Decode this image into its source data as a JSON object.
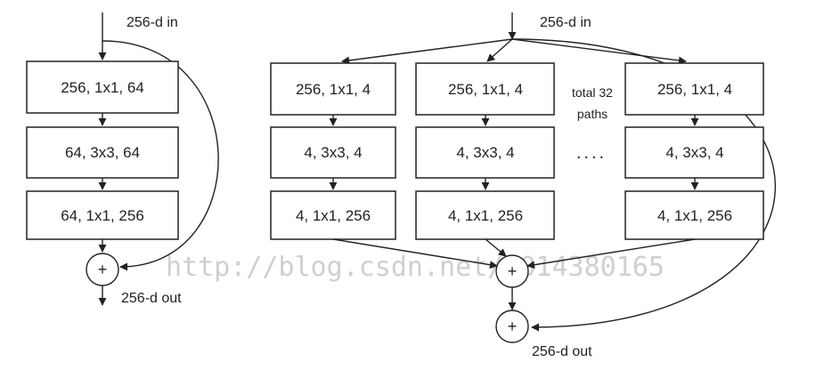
{
  "left_block": {
    "input_label": "256-d in",
    "layers": [
      "256, 1x1, 64",
      "64, 3x3, 64",
      "64, 1x1, 256"
    ],
    "add_symbol": "+",
    "output_label": "256-d out"
  },
  "right_block": {
    "input_label": "256-d in",
    "paths": [
      {
        "layers": [
          "256, 1x1, 4",
          "4, 3x3, 4",
          "4, 1x1, 256"
        ]
      },
      {
        "layers": [
          "256, 1x1, 4",
          "4, 3x3, 4",
          "4, 1x1, 256"
        ]
      },
      {
        "layers": [
          "256, 1x1, 4",
          "4, 3x3, 4",
          "4, 1x1, 256"
        ]
      }
    ],
    "path_note_line1": "total 32",
    "path_note_line2": "paths",
    "ellipsis": "....",
    "aggregate_symbol": "+",
    "residual_symbol": "+",
    "output_label": "256-d out"
  },
  "watermark": "http://blog.csdn.net/u014380165",
  "colors": {
    "stroke": "#222222",
    "watermark": "#cfcfcf",
    "background": "#ffffff"
  }
}
